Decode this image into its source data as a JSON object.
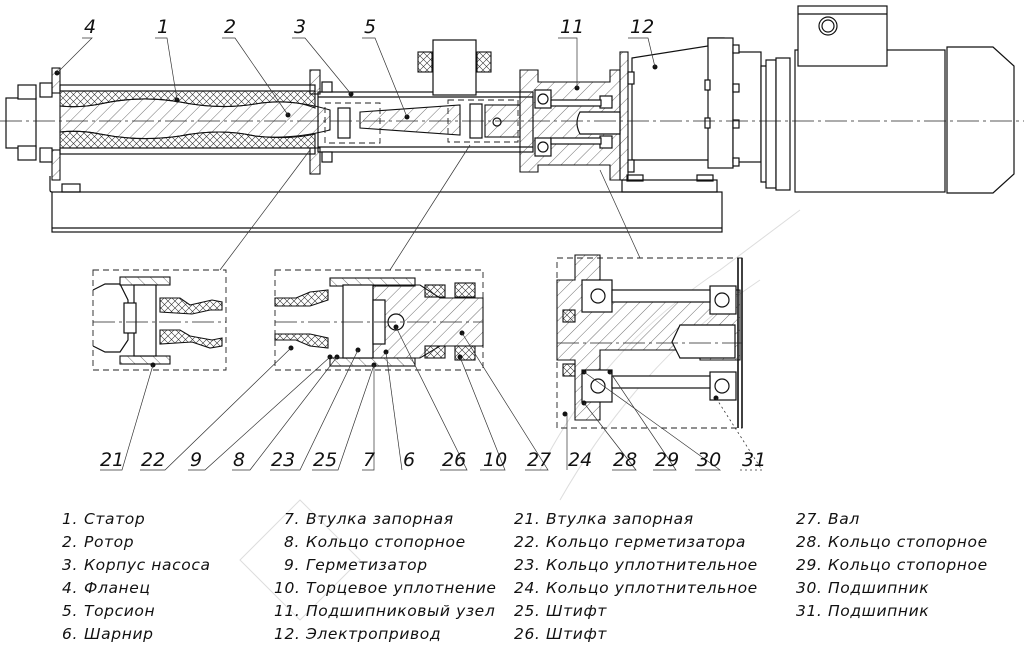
{
  "drawing": {
    "title": "Screw pump sectional assembly drawing",
    "top_callouts": [
      "4",
      "1",
      "2",
      "3",
      "5",
      "11",
      "12"
    ],
    "bottom_callouts": [
      "21",
      "22",
      "9",
      "8",
      "23",
      "25",
      "7",
      "6",
      "26",
      "10",
      "27",
      "24",
      "28",
      "29",
      "30",
      "31"
    ]
  },
  "legend": {
    "columns": [
      {
        "items": [
          {
            "num": "1.",
            "label": "Статор"
          },
          {
            "num": "2.",
            "label": "Ротор"
          },
          {
            "num": "3.",
            "label": "Корпус насоса"
          },
          {
            "num": "4.",
            "label": "Фланец"
          },
          {
            "num": "5.",
            "label": "Торсион"
          },
          {
            "num": "6.",
            "label": "Шарнир"
          }
        ]
      },
      {
        "items": [
          {
            "num": "7.",
            "label": "Втулка запорная"
          },
          {
            "num": "8.",
            "label": "Кольцо стопорное"
          },
          {
            "num": "9.",
            "label": "Герметизатор"
          },
          {
            "num": "10.",
            "label": "Торцевое уплотнение"
          },
          {
            "num": "11.",
            "label": "Подшипниковый узел"
          },
          {
            "num": "12.",
            "label": "Электропривод"
          }
        ]
      },
      {
        "items": [
          {
            "num": "21.",
            "label": "Втулка запорная"
          },
          {
            "num": "22.",
            "label": "Кольцо герметизатора"
          },
          {
            "num": "23.",
            "label": "Кольцо уплотнительное"
          },
          {
            "num": "24.",
            "label": "Кольцо уплотнительное"
          },
          {
            "num": "25.",
            "label": "Штифт"
          },
          {
            "num": "26.",
            "label": "Штифт"
          }
        ]
      },
      {
        "items": [
          {
            "num": "27.",
            "label": "Вал"
          },
          {
            "num": "28.",
            "label": "Кольцо стопорное"
          },
          {
            "num": "29.",
            "label": "Кольцо стопорное"
          },
          {
            "num": "30.",
            "label": "Подшипник"
          },
          {
            "num": "31.",
            "label": "Подшипник"
          }
        ]
      }
    ]
  }
}
